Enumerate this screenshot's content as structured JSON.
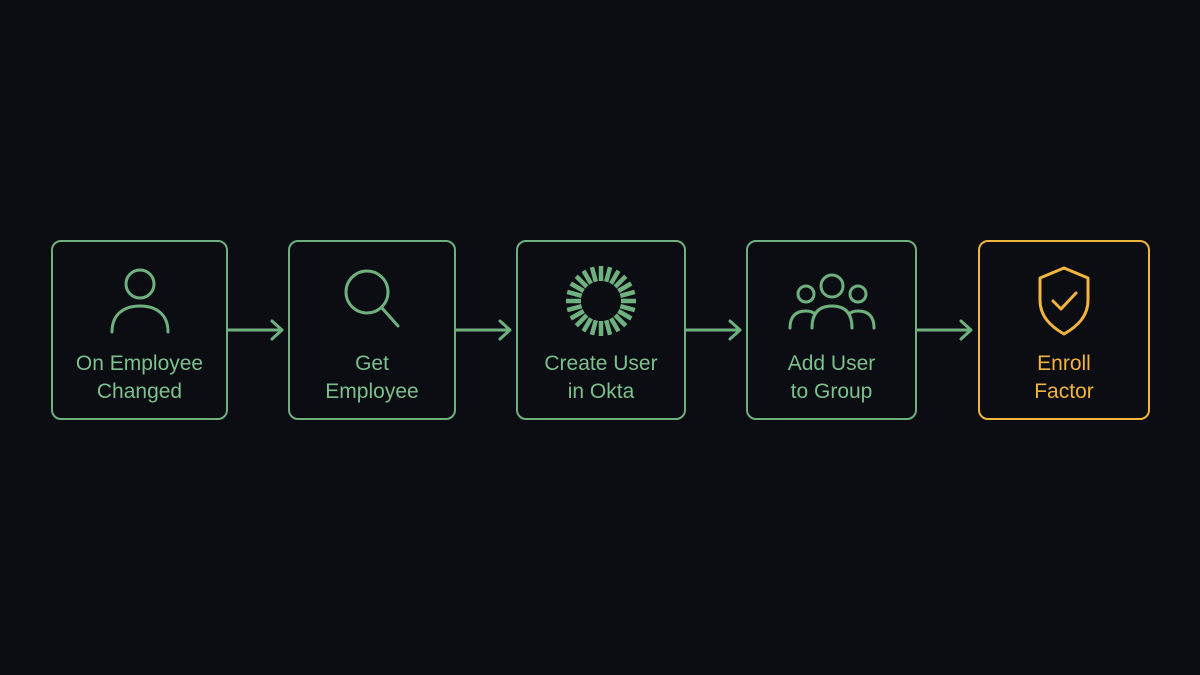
{
  "colors": {
    "background": "#0b0d13",
    "node_green": "#6fb07f",
    "node_accent": "#f1b43c"
  },
  "nodes": [
    {
      "label": "On Employee\nChanged",
      "icon": "user-icon"
    },
    {
      "label": "Get\nEmployee",
      "icon": "search-icon"
    },
    {
      "label": "Create User\nin Okta",
      "icon": "okta-sunburst-icon"
    },
    {
      "label": "Add User\nto Group",
      "icon": "group-icon"
    },
    {
      "label": "Enroll\nFactor",
      "icon": "shield-check-icon"
    }
  ]
}
